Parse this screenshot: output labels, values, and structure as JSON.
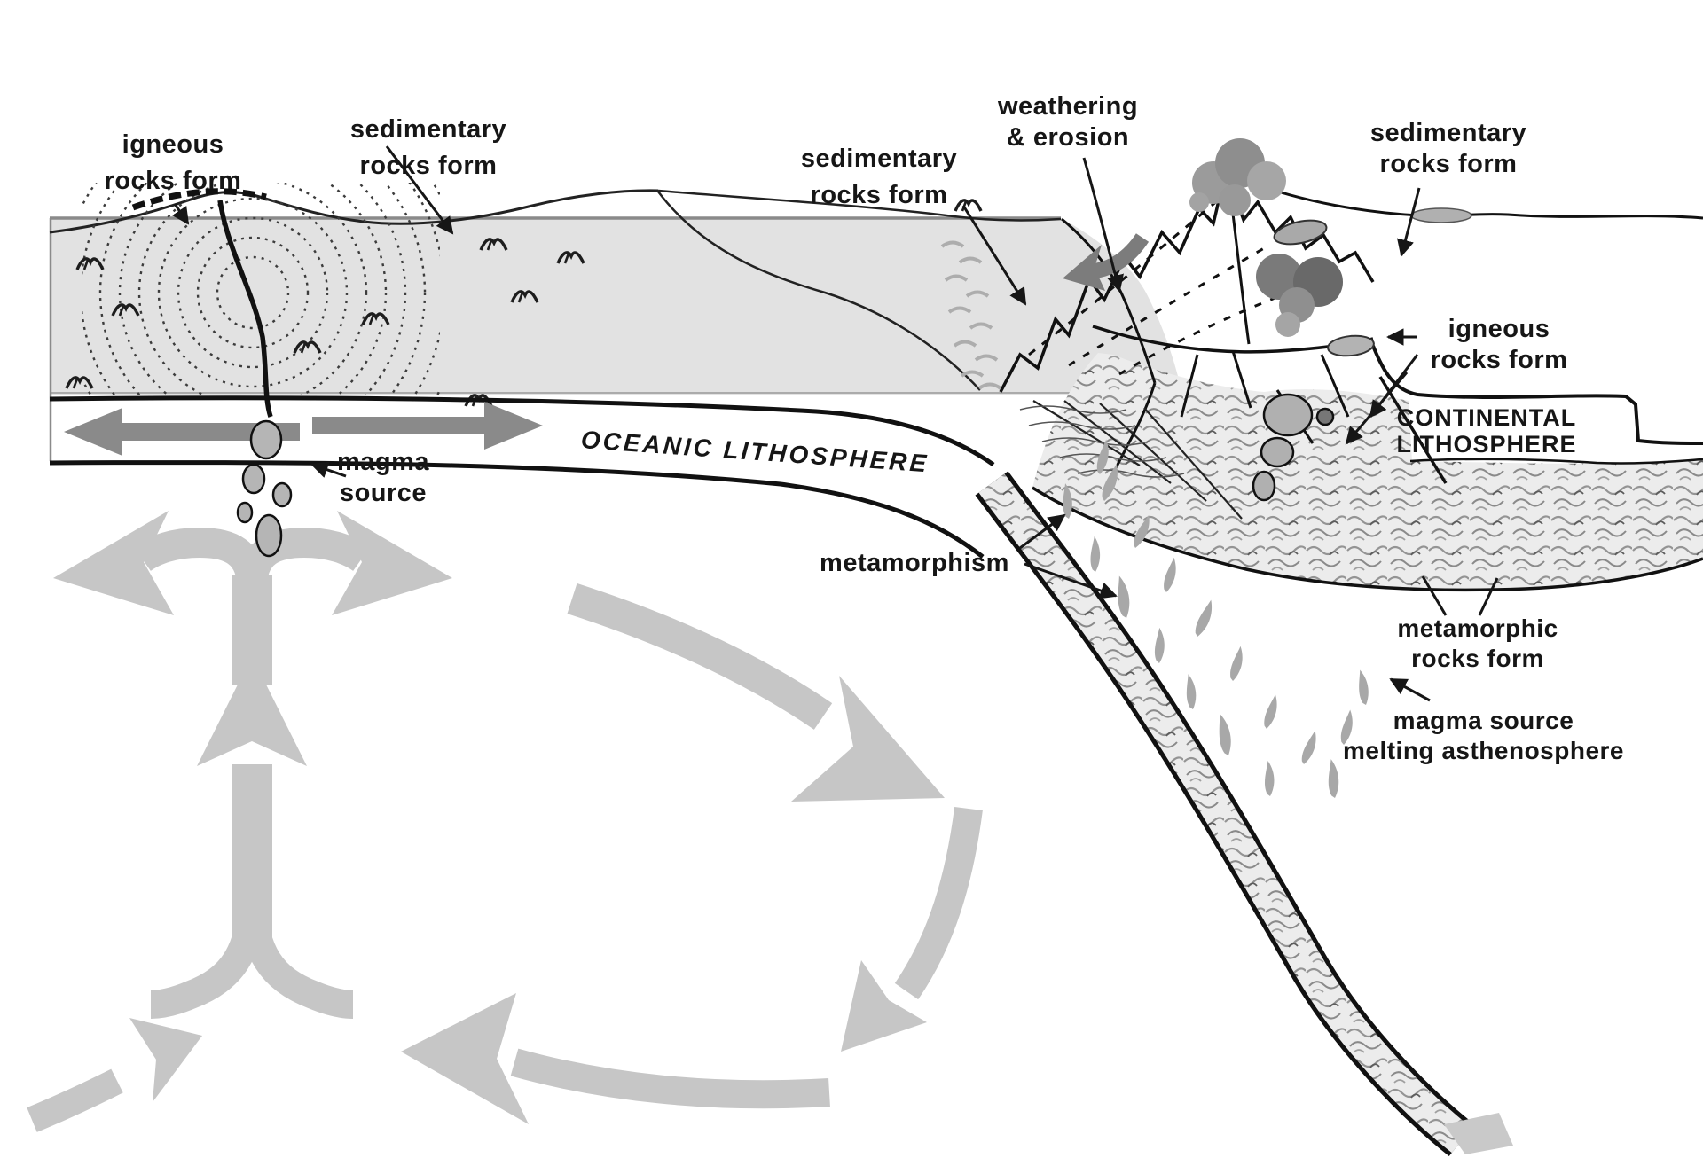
{
  "diagram": {
    "title_hint": "rock cycle and plate tectonics cross-section",
    "colors": {
      "ocean_fill": "#e2e2e2",
      "convection_arrow": "#c6c6c6",
      "spreading_arrow": "#8a8a8a",
      "erosion_arrow": "#7c7c7c",
      "magma_blob": "#b5b5b5",
      "droplet": "#a8a8a8",
      "cloud_dark": "#6a6a6a",
      "cloud_mid": "#8e8e8e",
      "line_ink": "#161616",
      "texture_gray": "#949494"
    },
    "labels": {
      "igneous_left": "igneous\nrocks form",
      "sedimentary_left": "sedimentary\nrocks form",
      "sedimentary_mid": "sedimentary\nrocks form",
      "weathering": "weathering\n& erosion",
      "sedimentary_right": "sedimentary\nrocks form",
      "igneous_right": "igneous\nrocks form",
      "continental_lithosphere": "CONTINENTAL\nLITHOSPHERE",
      "oceanic_lithosphere": "OCEANIC LITHOSPHERE",
      "magma_source_left": "magma\nsource",
      "metamorphism": "metamorphism",
      "metamorphic": "metamorphic\nrocks form",
      "magma_source_right": "magma source\nmelting asthenosphere"
    }
  }
}
